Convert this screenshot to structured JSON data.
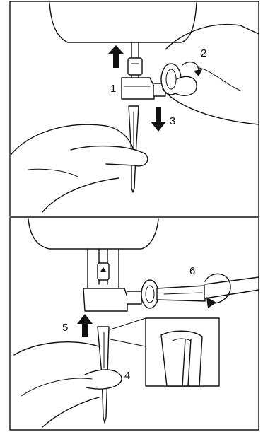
{
  "panels": [
    {
      "id": "top",
      "steps": [
        "1",
        "2",
        "3"
      ]
    },
    {
      "id": "bottom",
      "steps": [
        "6",
        "5",
        "4"
      ]
    }
  ],
  "icons": {
    "up_arrow": "arrow-up-icon",
    "down_arrow": "arrow-down-icon",
    "rotate_arrow": "rotate-arrow-icon"
  },
  "colors": {
    "ink": "#111111",
    "paper": "#ffffff"
  }
}
